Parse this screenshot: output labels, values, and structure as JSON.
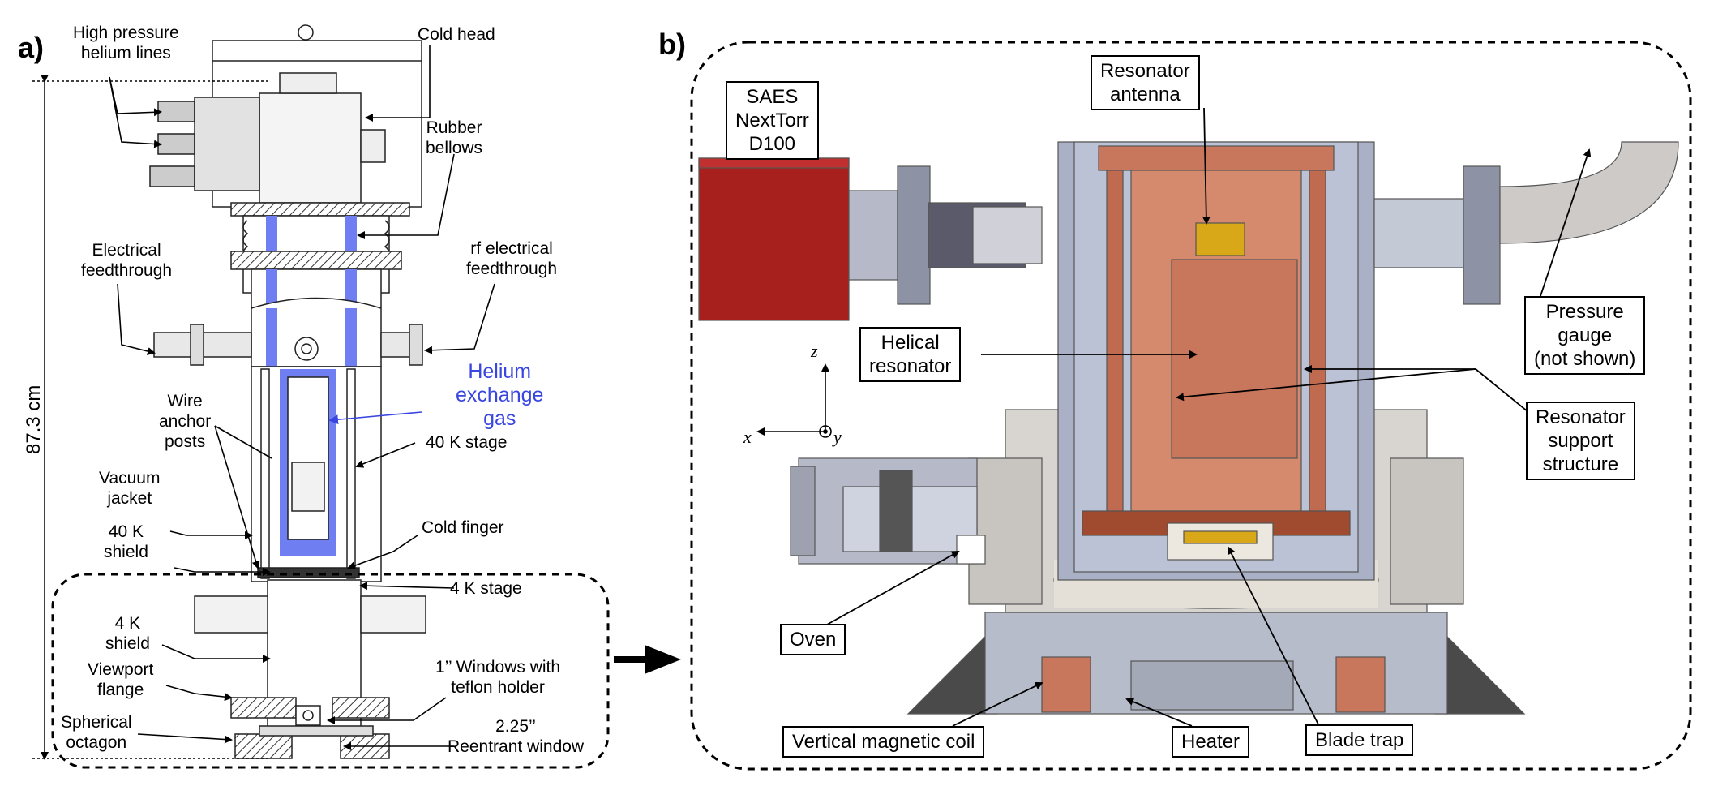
{
  "panel_a": {
    "tag": "a)",
    "height_label": "87.3 cm",
    "labels": {
      "helium_lines": [
        "High pressure",
        "helium lines"
      ],
      "cold_head": "Cold head",
      "rubber_bellows": [
        "Rubber",
        "bellows"
      ],
      "electrical_feedthrough": [
        "Electrical",
        "feedthrough"
      ],
      "rf_feedthrough": [
        "rf electrical",
        "feedthrough"
      ],
      "helium_gas": [
        "Helium",
        "exchange",
        "gas"
      ],
      "wire_posts": [
        "Wire",
        "anchor",
        "posts"
      ],
      "stage_40k": "40 K stage",
      "vacuum_jacket": [
        "Vacuum",
        "jacket"
      ],
      "shield_40k": [
        "40 K",
        "shield"
      ],
      "cold_finger": "Cold finger",
      "stage_4k": "4 K stage",
      "shield_4k": [
        "4 K",
        "shield"
      ],
      "viewport_flange": [
        "Viewport",
        "flange"
      ],
      "windows": [
        "1’’ Windows with",
        "teflon holder"
      ],
      "spherical_octagon": [
        "Spherical",
        "octagon"
      ],
      "reentrant_window": [
        "2.25’’",
        "Reentrant window"
      ]
    }
  },
  "panel_b": {
    "tag": "b)",
    "labels": {
      "saes": [
        "SAES",
        "NextTorr",
        "D100"
      ],
      "resonator_antenna": [
        "Resonator",
        "antenna"
      ],
      "helical_resonator": [
        "Helical",
        "resonator"
      ],
      "pressure_gauge": [
        "Pressure",
        "gauge",
        "(not shown)"
      ],
      "resonator_support": [
        "Resonator",
        "support",
        "structure"
      ],
      "oven": "Oven",
      "vertical_coil": "Vertical magnetic coil",
      "heater": "Heater",
      "blade_trap": "Blade trap"
    },
    "axes": {
      "z": "z",
      "x": "x",
      "y": "y"
    }
  },
  "colors": {
    "helium": "#6f7ef0",
    "copper": "#c8765c",
    "steel": "#b7bccb",
    "getter": "#a8201e",
    "gold": "#d8a818"
  }
}
